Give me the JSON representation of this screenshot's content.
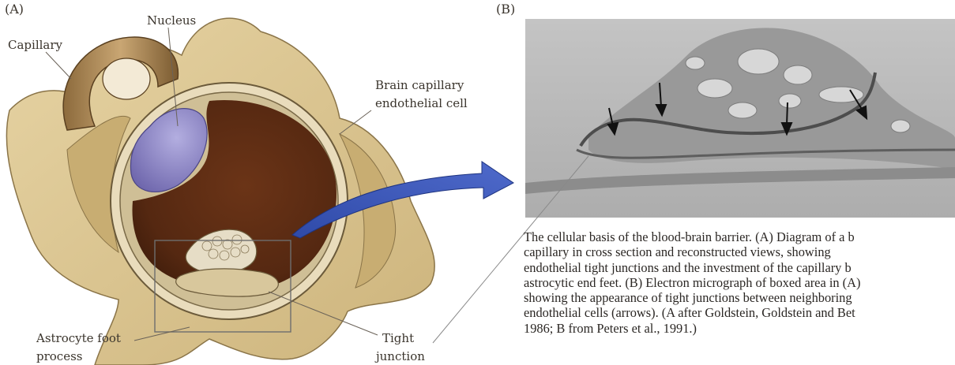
{
  "panel_a": {
    "label": "(A)",
    "labels": {
      "nucleus": "Nucleus",
      "capillary": "Capillary",
      "endothelial_1": "Brain capillary",
      "endothelial_2": "endothelial cell",
      "astrocyte_1": "Astrocyte foot",
      "astrocyte_2": "process",
      "tight_1": "Tight",
      "tight_2": "junction"
    }
  },
  "panel_b": {
    "label": "(B)"
  },
  "caption": {
    "lines": [
      "The cellular basis of the blood-brain barrier. (A) Diagram of a b",
      "capillary in cross section and reconstructed views, showing",
      "endothelial tight junctions and the investment of the capillary b",
      "astrocytic end feet. (B) Electron micrograph of boxed area in (A)",
      "showing the appearance of tight junctions between neighboring",
      "endothelial cells (arrows). (A after Goldstein, Goldstein and Bet",
      "1986; B from Peters et al., 1991.)"
    ]
  },
  "colors": {
    "lumen": "#5a2a12",
    "tan": "#d9c38f",
    "nucleus": "#8d86c4",
    "arrow": "#3f57b8",
    "micrograph": "#b9b9b9"
  }
}
